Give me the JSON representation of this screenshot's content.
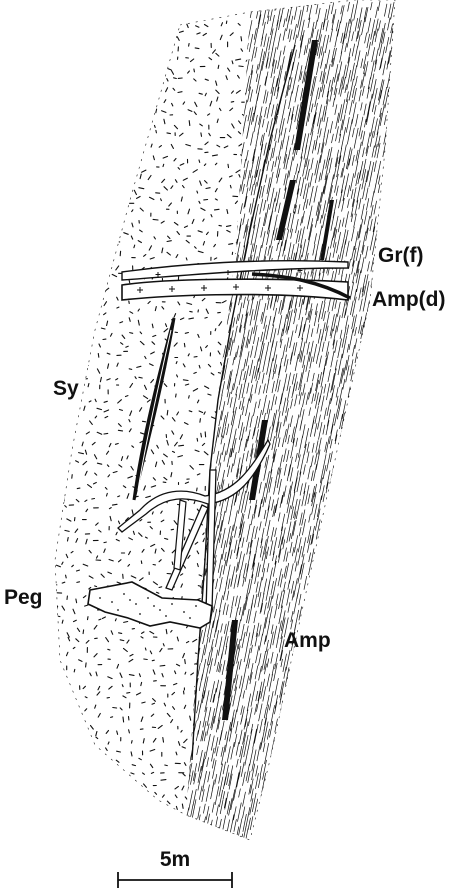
{
  "labels": {
    "granite_fine": "Gr(f)",
    "amphibolite_dike": "Amp(d)",
    "syenite": "Sy",
    "pegmatite": "Peg",
    "amphibolite": "Amp"
  },
  "scale_bar": {
    "label": "5m"
  },
  "colors": {
    "ink": "#111111",
    "paper": "#ffffff"
  }
}
